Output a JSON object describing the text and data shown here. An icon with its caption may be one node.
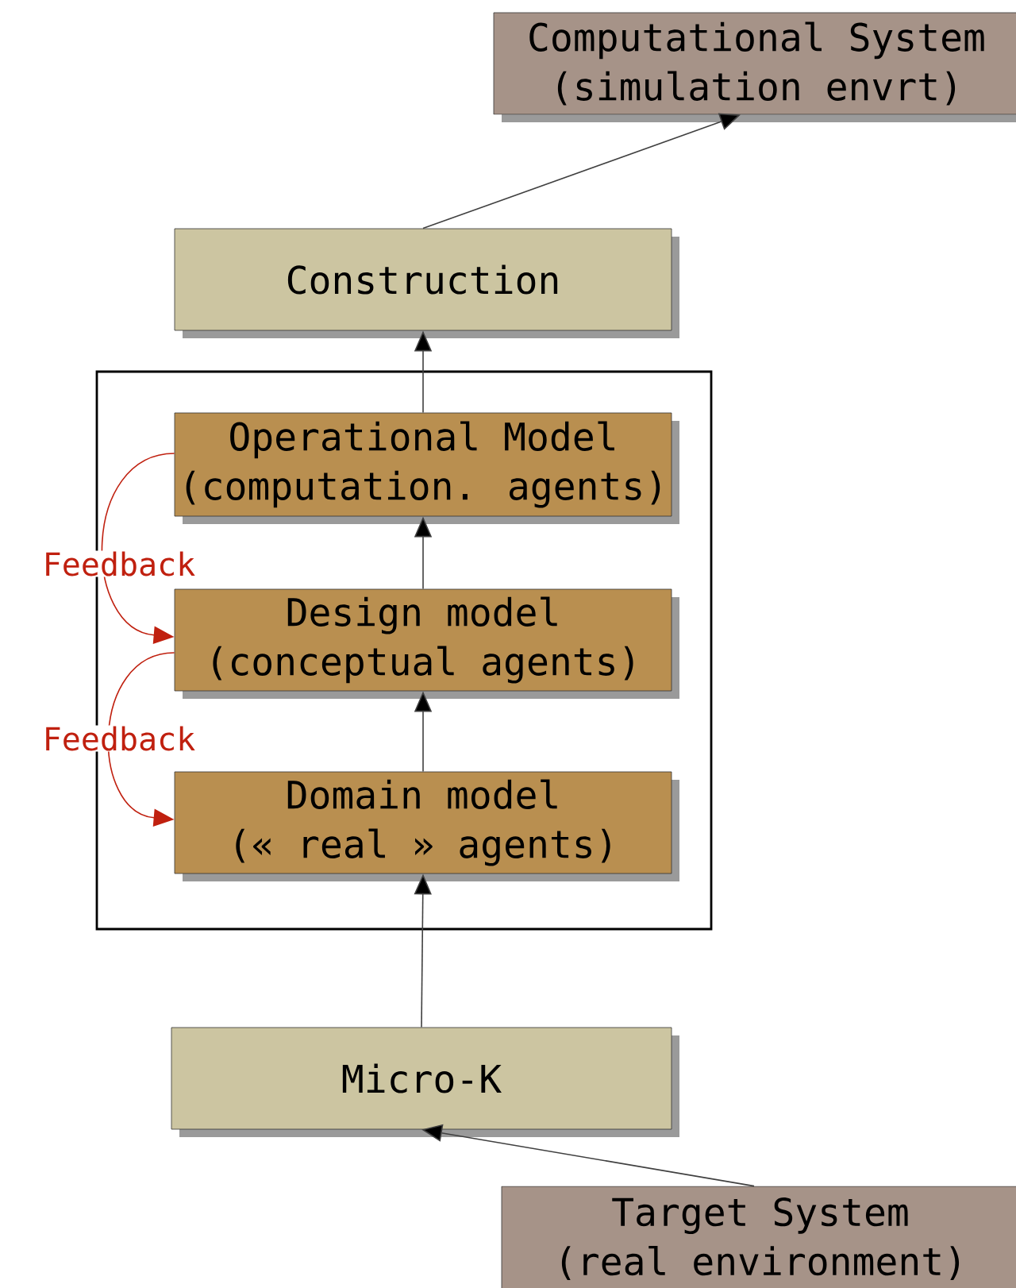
{
  "diagram": {
    "nodes": [
      {
        "text": [
          "Computational System",
          "(simulation envrt)"
        ]
      },
      {
        "text": [
          "Construction"
        ]
      },
      {
        "text": [],
        "shape": "box"
      },
      {
        "text": [
          "Operational Model",
          "(computation. agents)"
        ],
        "in": 2
      },
      {
        "text": [
          "Design model",
          "(conceptual agents)"
        ],
        "in": 2
      },
      {
        "text": [
          "Domain model",
          "(« real » agents)"
        ],
        "in": 2
      },
      {
        "text": [
          "Micro-K"
        ]
      },
      {
        "text": [
          "Target System",
          "(real environment)"
        ]
      }
    ],
    "edges": [
      {
        "from": 1,
        "to": 0,
        "arrow": "to"
      },
      {
        "from": 3,
        "to": 1,
        "arrow": "to"
      },
      {
        "from": 4,
        "to": 3,
        "arrow": "to"
      },
      {
        "from": 5,
        "to": 4,
        "arrow": "to"
      },
      {
        "from": 6,
        "to": 5,
        "arrow": "to"
      },
      {
        "from": 7,
        "to": 6,
        "arrow": "to"
      },
      {
        "from": 3,
        "to": 4,
        "arrow": "to",
        "label": "Feedback",
        "color": "#c0200f"
      },
      {
        "from": 4,
        "to": 5,
        "arrow": "to",
        "label": "Feedback",
        "color": "#c0200f"
      }
    ]
  }
}
